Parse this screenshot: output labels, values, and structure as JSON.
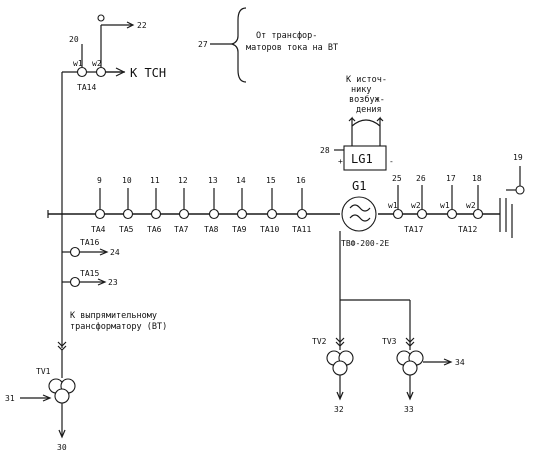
{
  "top": {
    "ta14": "TA14",
    "w1": "w1",
    "w2": "w2",
    "n20": "20",
    "n22": "22",
    "k_tsn": "К  ТСН"
  },
  "ct_note": {
    "n27": "27",
    "line1": "От трансфор-",
    "line2": "маторов тока на ВТ"
  },
  "exciter": {
    "line1": "К источ-",
    "line2": "нику",
    "line3": "возбуж-",
    "line4": "дения",
    "n28": "28",
    "lg1": "LG1",
    "plus": "+",
    "minus": "-"
  },
  "bus_cts": [
    {
      "id": "TA4",
      "num": "9"
    },
    {
      "id": "TA5",
      "num": "10"
    },
    {
      "id": "TA6",
      "num": "11"
    },
    {
      "id": "TA7",
      "num": "12"
    },
    {
      "id": "TA8",
      "num": "13"
    },
    {
      "id": "TA9",
      "num": "14"
    },
    {
      "id": "TA10",
      "num": "15"
    },
    {
      "id": "TA11",
      "num": "16"
    }
  ],
  "generator": {
    "name": "G1",
    "model": "ТВФ-200-2Е"
  },
  "right_cts": {
    "n25": "25",
    "n26": "26",
    "n17": "17",
    "n18": "18",
    "n19": "19",
    "w1a": "w1",
    "w2a": "w2",
    "w1b": "w1",
    "w2b": "w2",
    "ta17": "TA17",
    "ta12": "TA12"
  },
  "left_branch": {
    "ta16": "TA16",
    "n24": "24",
    "ta15": "TA15",
    "n23": "23",
    "note1": "К выпрямительному",
    "note2": "трансформатору (ВТ)"
  },
  "vts": {
    "tv1": "TV1",
    "n31": "31",
    "n30": "30",
    "tv2": "TV2",
    "n32": "32",
    "tv3": "TV3",
    "n33": "33",
    "n34": "34"
  }
}
